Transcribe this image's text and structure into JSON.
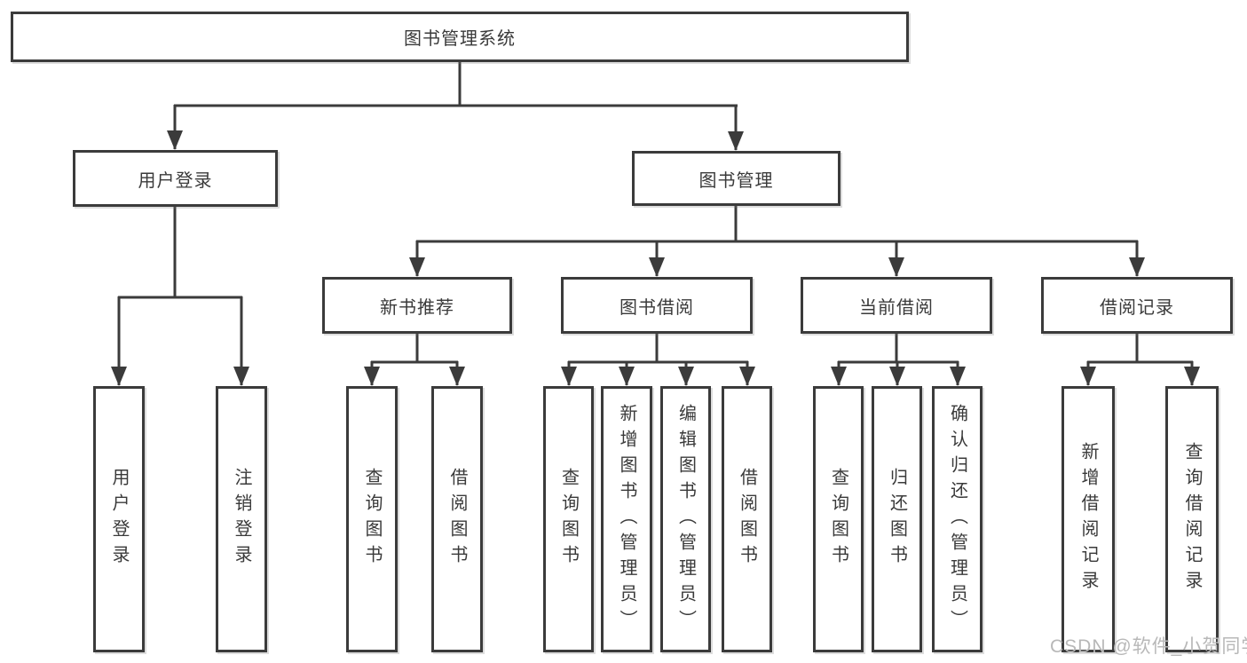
{
  "colors": {
    "line": "#3b3b3b",
    "text": "#3a3a3a",
    "watermark": "#b8b8b8",
    "bg": "#ffffff"
  },
  "watermark": {
    "text": "CSDN @软件_小贺同学"
  },
  "tree": {
    "root": {
      "label": "图书管理系统",
      "children": [
        {
          "label": "用户登录",
          "children": [
            {
              "label": "用户登录"
            },
            {
              "label": "注销登录"
            }
          ]
        },
        {
          "label": "图书管理",
          "children": [
            {
              "label": "新书推荐",
              "children": [
                {
                  "label": "查询图书"
                },
                {
                  "label": "借阅图书"
                }
              ]
            },
            {
              "label": "图书借阅",
              "children": [
                {
                  "label": "查询图书"
                },
                {
                  "label": "新增图书（管理员）"
                },
                {
                  "label": "编辑图书（管理员）"
                },
                {
                  "label": "借阅图书"
                }
              ]
            },
            {
              "label": "当前借阅",
              "children": [
                {
                  "label": "查询图书"
                },
                {
                  "label": "归还图书"
                },
                {
                  "label": "确认归还（管理员）"
                }
              ]
            },
            {
              "label": "借阅记录",
              "children": [
                {
                  "label": "新增借阅记录"
                },
                {
                  "label": "查询借阅记录"
                }
              ]
            }
          ]
        }
      ]
    }
  }
}
